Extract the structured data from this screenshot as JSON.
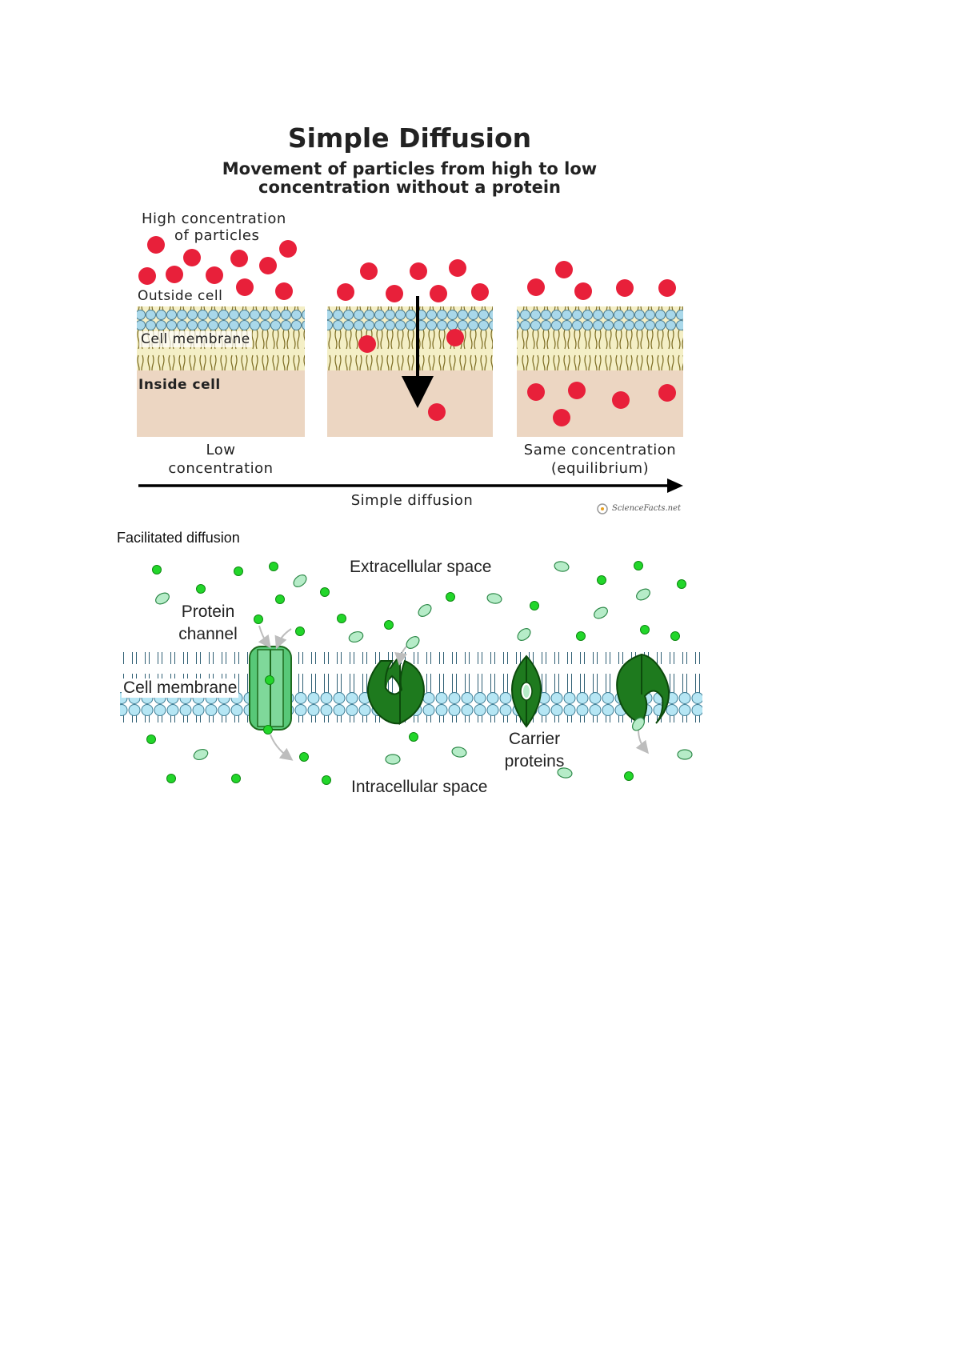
{
  "simple_diffusion": {
    "title": "Simple Diffusion",
    "subtitle_line1": "Movement of particles from high to low",
    "subtitle_line2": "concentration without a protein",
    "high_conc_line1": "High concentration",
    "high_conc_line2": "of particles",
    "outside_cell": "Outside cell",
    "cell_membrane": "Cell membrane",
    "inside_cell": "Inside cell",
    "low_conc_line1": "Low",
    "low_conc_line2": "concentration",
    "same_conc_line1": "Same concentration",
    "same_conc_line2": "(equilibrium)",
    "arrow_label": "Simple diffusion",
    "watermark": "ScienceFacts.net",
    "colors": {
      "particle": "#e8203a",
      "cytoplasm": "#ecd6c2",
      "lipid_head": "#a9d8ea",
      "lipid_tail": "#e6dc8a"
    }
  },
  "facilitated_diffusion": {
    "caption": "Facilitated diffusion",
    "extracellular": "Extracellular space",
    "intracellular": "Intracellular space",
    "protein_channel_line1": "Protein",
    "protein_channel_line2": "channel",
    "cell_membrane": "Cell membrane",
    "carrier_line1": "Carrier",
    "carrier_line2": "proteins",
    "colors": {
      "small_particle": "#22d62a",
      "oval_particle": "#b6ecc8",
      "protein": "#1e7a1e",
      "channel": "#58c878",
      "lipid_head": "#b6e6f4"
    }
  }
}
